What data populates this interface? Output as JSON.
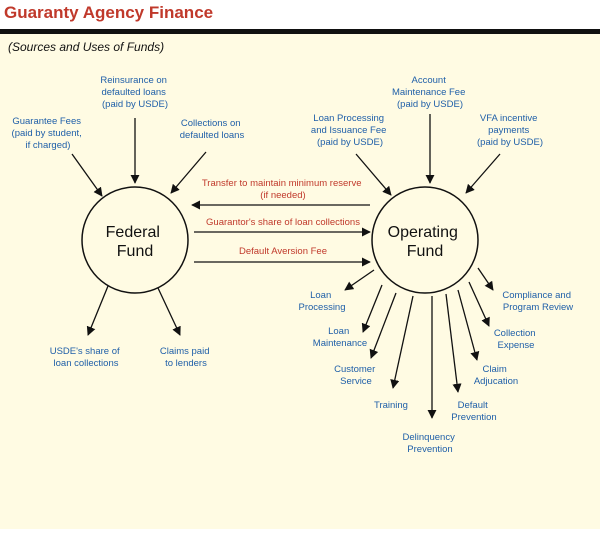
{
  "header": {
    "title": "Guaranty Agency Finance",
    "subtitle": "(Sources and Uses of Funds)"
  },
  "colors": {
    "title": "#c0392b",
    "label_blue": "#1f5fa8",
    "label_red": "#c0392b",
    "background": "#fffbe3"
  },
  "nodes": {
    "federal": [
      "Federal",
      "Fund"
    ],
    "operating": [
      "Operating",
      "Fund"
    ]
  },
  "federal_inputs": {
    "guarantee_fees": [
      "Guarantee Fees",
      "(paid by student,",
      "if charged)"
    ],
    "reinsurance": [
      "Reinsurance on",
      "defaulted loans",
      "(paid by USDE)"
    ],
    "collections": [
      "Collections on",
      "defaulted loans"
    ]
  },
  "operating_inputs": {
    "loan_processing_fee": [
      "Loan Processing",
      "and Issuance Fee",
      "(paid by USDE)"
    ],
    "account_maintenance_fee": [
      "Account",
      "Maintenance Fee",
      "(paid by USDE)"
    ],
    "vfa_payments": [
      "VFA incentive",
      "payments",
      "(paid by USDE)"
    ]
  },
  "transfers": {
    "minimum_reserve": [
      "Transfer to maintain minimum reserve",
      "(if needed)"
    ],
    "guarantor_share": "Guarantor's share of loan collections",
    "default_aversion": "Default Aversion Fee"
  },
  "federal_outputs": {
    "usde_share": [
      "USDE's share of",
      "loan collections"
    ],
    "claims_paid": [
      "Claims paid",
      "to lenders"
    ]
  },
  "operating_outputs": {
    "loan_processing": [
      "Loan",
      "Processing"
    ],
    "loan_maintenance": [
      "Loan",
      "Maintenance"
    ],
    "customer_service": [
      "Customer",
      "Service"
    ],
    "training": [
      "Training"
    ],
    "delinquency_prevention": [
      "Delinquency",
      "Prevention"
    ],
    "default_prevention": [
      "Default",
      "Prevention"
    ],
    "claim_adjucation": [
      "Claim",
      "Adjucation"
    ],
    "collection_expense": [
      "Collection",
      "Expense"
    ],
    "compliance": [
      "Compliance and",
      "Program Review"
    ]
  }
}
